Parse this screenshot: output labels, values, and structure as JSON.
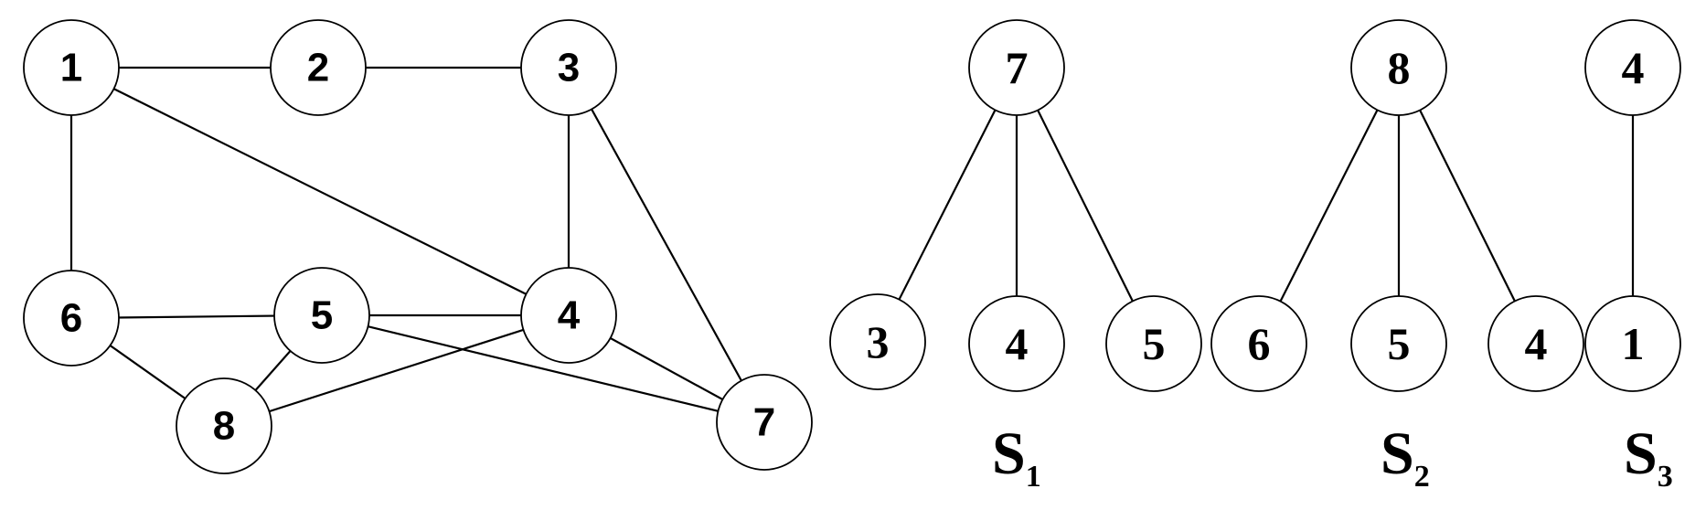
{
  "graph": {
    "nodes": [
      {
        "id": "1",
        "label": "1"
      },
      {
        "id": "2",
        "label": "2"
      },
      {
        "id": "3",
        "label": "3"
      },
      {
        "id": "6",
        "label": "6"
      },
      {
        "id": "5",
        "label": "5"
      },
      {
        "id": "4",
        "label": "4"
      },
      {
        "id": "8",
        "label": "8"
      },
      {
        "id": "7",
        "label": "7"
      }
    ],
    "edges": [
      [
        "1",
        "2"
      ],
      [
        "2",
        "3"
      ],
      [
        "1",
        "6"
      ],
      [
        "1",
        "4"
      ],
      [
        "3",
        "4"
      ],
      [
        "3",
        "7"
      ],
      [
        "6",
        "5"
      ],
      [
        "5",
        "4"
      ],
      [
        "6",
        "8"
      ],
      [
        "5",
        "8"
      ],
      [
        "4",
        "8"
      ],
      [
        "5",
        "7"
      ],
      [
        "4",
        "7"
      ]
    ]
  },
  "stars": [
    {
      "name": "S",
      "subscript": "1",
      "center": "7",
      "leaves": [
        "3",
        "4",
        "5"
      ]
    },
    {
      "name": "S",
      "subscript": "2",
      "center": "8",
      "leaves": [
        "6",
        "5",
        "4"
      ]
    },
    {
      "name": "S",
      "subscript": "3",
      "center": "4",
      "leaves": [
        "1"
      ]
    }
  ],
  "colors": {
    "stroke": "#000000",
    "fill": "#ffffff"
  }
}
